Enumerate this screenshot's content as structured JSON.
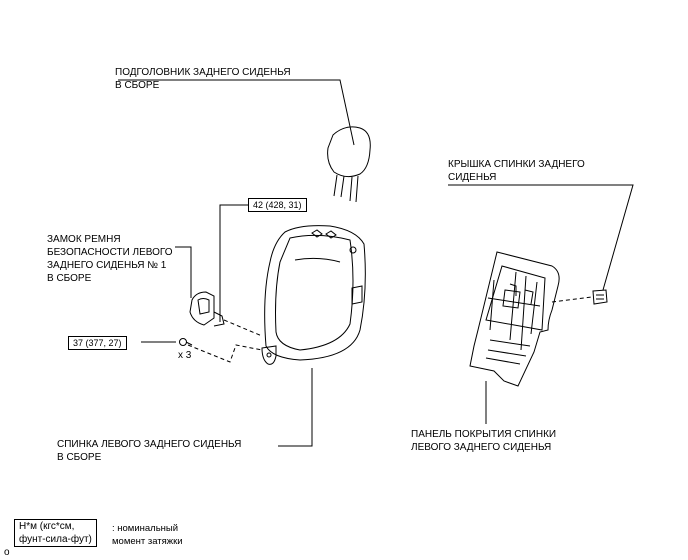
{
  "labels": {
    "headrest": "ПОДГОЛОВНИК ЗАДНЕГО СИДЕНЬЯ\nВ СБОРЕ",
    "seatback_cover": "КРЫШКА СПИНКИ ЗАДНЕГО\nСИДЕНЬЯ",
    "buckle": "ЗАМОК РЕМНЯ\nБЕЗОПАСНОСТИ ЛЕВОГО\nЗАДНЕГО СИДЕНЬЯ № 1\nВ СБОРЕ",
    "seatback": "СПИНКА ЛЕВОГО ЗАДНЕГО СИДЕНЬЯ\nВ СБОРЕ",
    "board": "ПАНЕЛЬ ПОКРЫТИЯ СПИНКИ\nЛЕВОГО ЗАДНЕГО СИДЕНЬЯ"
  },
  "torque": {
    "buckle_bolt": "42 (428, 31)",
    "seat_bolt": "37 (377, 27)",
    "multiplier": "x 3"
  },
  "legend": {
    "unit": "Н*м (кгс*см,\nфунт-сила-фут)",
    "meaning": ": номинальный\nмомент затяжки",
    "marker": "o"
  }
}
